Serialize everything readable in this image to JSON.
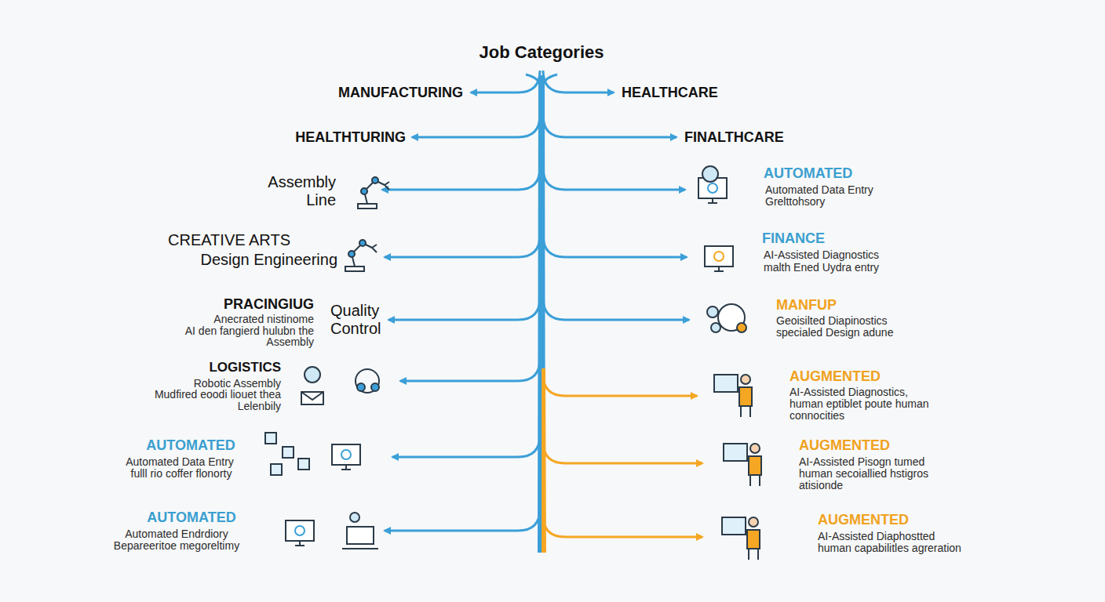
{
  "diagram": {
    "title": "Job Categories",
    "labels": [
      "MANUFACTURING",
      "HEALTHCARE",
      "HEALTHTURING",
      "FINALTHCARE",
      "Assembly Line",
      "AUTOMATED",
      "Automated Data Entry",
      "Grelttohsory",
      "CREATIVE ARTS",
      "Design Engineering",
      "FINANCE",
      "AI-Assisted Diagnostics",
      "malth Ened Uydra entry",
      "PRACINGIUG",
      "Anecrated nistinome",
      "AI den fangierd hulubn the",
      "Assembly",
      "Quality Control",
      "MANFUP",
      "Geoisilted Diapinostics",
      "specialed Design adune",
      "LOGISTICS",
      "Robotic Assembly",
      "Mudfired eoodi liouet thea",
      "Lelenbily",
      "AUGMENTED",
      "AI-Assisted Diagnostics,",
      "human eptiblet poute human",
      "connocities",
      "AUTOMATED",
      "Automated Data Entry",
      "fulll rio coffer flonorty",
      "AUGMENTED",
      "AI-Assisted Pisogn tumed",
      "human secoiallied hstigros",
      "atisionde",
      "AUTOMATED",
      "Automated Endrdiory",
      "Bepareeritoe megoreltimy",
      "AUGMENTED",
      "AI-Assisted Diaphostted",
      "human capabilitles agreration"
    ]
  }
}
